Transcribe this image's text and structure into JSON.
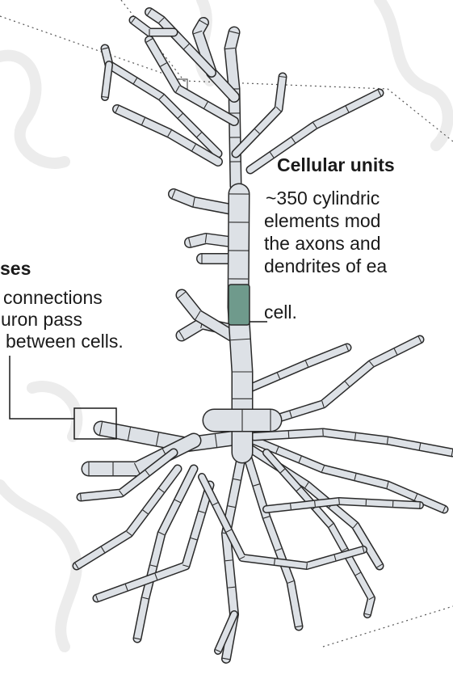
{
  "synapses": {
    "title": "ses",
    "lines": [
      "connections",
      "uron pass",
      "between cells."
    ]
  },
  "cellular_units": {
    "title": "Cellular units",
    "lines": [
      "~350 cylindric",
      "elements mod",
      "the axons and",
      "dendrites of ea",
      "cell."
    ]
  },
  "colors": {
    "segment_fill": "#dde1e6",
    "segment_stroke": "#2a2a2a",
    "highlight_fill": "#6f9a8c",
    "dotted_line": "#555555",
    "background_map": "#ececec"
  }
}
